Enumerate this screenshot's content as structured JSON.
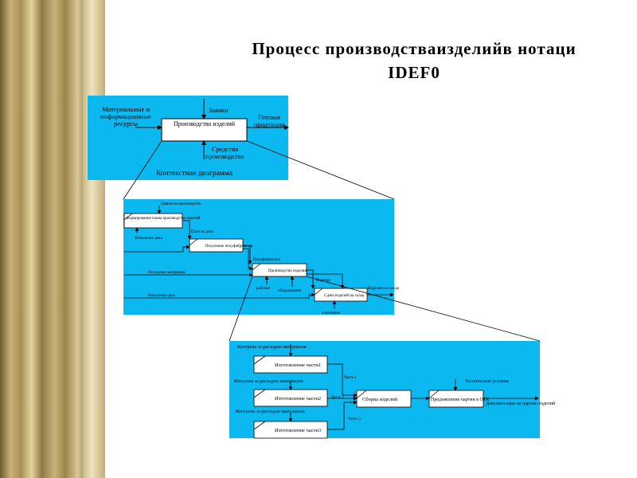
{
  "title": {
    "line1": "Процесс  производстваизделийв  нотаци",
    "line2": "IDEF0"
  },
  "context": {
    "box": "Производство изделий",
    "input": "Материальные и информационные ресурсы",
    "control": "Заявки",
    "output": "Готовая продукция",
    "mechanism": "Средства производства",
    "caption": "Контекстная диаграмма"
  },
  "level1": {
    "top_input": "Заявки на производство",
    "box1": "Формирование плана производства изделий",
    "box2": "Получение полуфабрикатов",
    "box3": "Производство изделия",
    "box4": "Сдача изделий на склад",
    "label_chief": "Начальник цеха",
    "label_plan": "План на день",
    "label_semi": "Полуфабрикаты",
    "label_materials": "Расходные материалы",
    "label_chief2": "Начальник цеха",
    "label_workers": "рабочие",
    "label_equipment": "оборудование",
    "label_products": "Изделия",
    "label_products2": "Изделия на складе",
    "label_storekeeper": "кладовщик"
  },
  "level2": {
    "ctrl1": "Контроль за расходом материалов",
    "ctrl2": "Контроль за расходом материалов",
    "ctrl3": "Контроль за расходом материалов",
    "box1": "Изготовление части1",
    "box2": "Изготовление части2",
    "box3": "Изготовление части3",
    "box4": "Сборка изделий",
    "box5": "Предъявление партии в ОТК",
    "part1": "Часть 1",
    "part2": "Часть 2",
    "part3": "Часть 3",
    "tech": "Технические условия",
    "docs": "Документация на партию изделий"
  }
}
